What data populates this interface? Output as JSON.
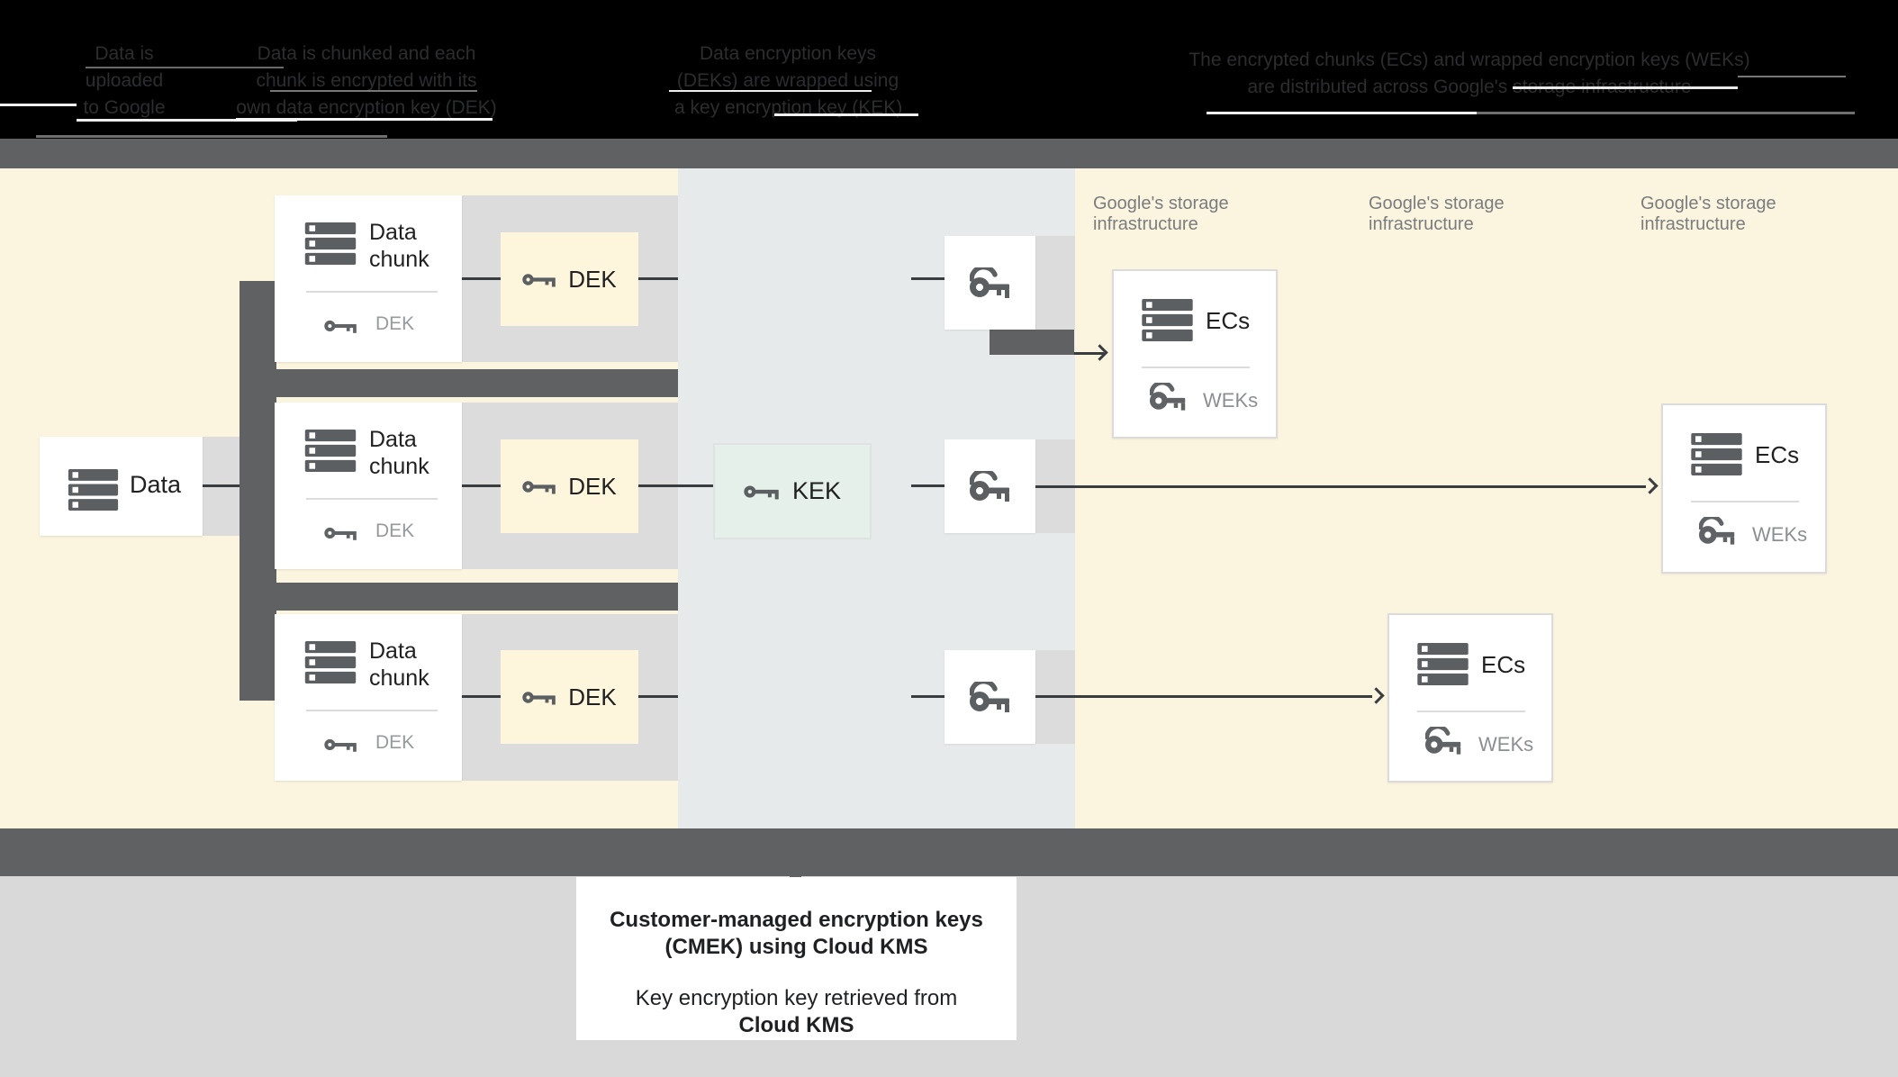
{
  "header": {
    "captions": [
      {
        "lines": [
          "Data is",
          "uploaded",
          "to Google"
        ]
      },
      {
        "lines": [
          "Data is chunked and each",
          "chunk is encrypted with its",
          "own data encryption key (DEK)"
        ]
      },
      {
        "lines": [
          "Data encryption keys",
          "(DEKs) are wrapped using",
          "a key encryption key (KEK)"
        ]
      },
      {
        "lines": [
          "The encrypted chunks (ECs) and wrapped encryption keys (WEKs)",
          "are distributed across Google's storage infrastructure"
        ]
      }
    ]
  },
  "storage_labels": [
    "Google's storage infrastructure",
    "Google's storage infrastructure",
    "Google's storage infrastructure"
  ],
  "pipeline": {
    "data_box": {
      "label": "Data"
    },
    "chunks": [
      {
        "title": "Data chunk",
        "key_label": "DEK"
      },
      {
        "title": "Data chunk",
        "key_label": "DEK"
      },
      {
        "title": "Data chunk",
        "key_label": "DEK"
      }
    ],
    "dek_boxes": [
      {
        "label": "DEK"
      },
      {
        "label": "DEK"
      },
      {
        "label": "DEK"
      }
    ],
    "kek_box": {
      "label": "KEK"
    },
    "ecs_boxes": [
      {
        "title": "ECs",
        "key_label": "WEKs"
      },
      {
        "title": "ECs",
        "key_label": "WEKs"
      },
      {
        "title": "ECs",
        "key_label": "WEKs"
      }
    ]
  },
  "caption_panel": {
    "title_lines": [
      "Customer-managed encryption keys",
      "(CMEK) using Cloud KMS"
    ],
    "body": "Key encryption key retrieved from",
    "body_bold": "Cloud KMS"
  },
  "icons": {
    "database": "database-icon",
    "key": "key-icon",
    "wrapped_key": "wrapped-key-icon",
    "arrow": "arrow-right-icon"
  },
  "colors": {
    "header_bg": "#000000",
    "band_dark": "#5F6163",
    "cream_section": "#FBF4DE",
    "kms_section": "#E7EAEB",
    "gray_strip": "#DCDCDC",
    "dek_fill": "#FDF5DC",
    "kek_fill": "#E4F0E9",
    "connector": "#3A3D40",
    "text": "#212121",
    "muted_text": "#8C8F92",
    "storage_label_text": "#7A7D7F",
    "bottom_bg": "#D9D9D9"
  }
}
